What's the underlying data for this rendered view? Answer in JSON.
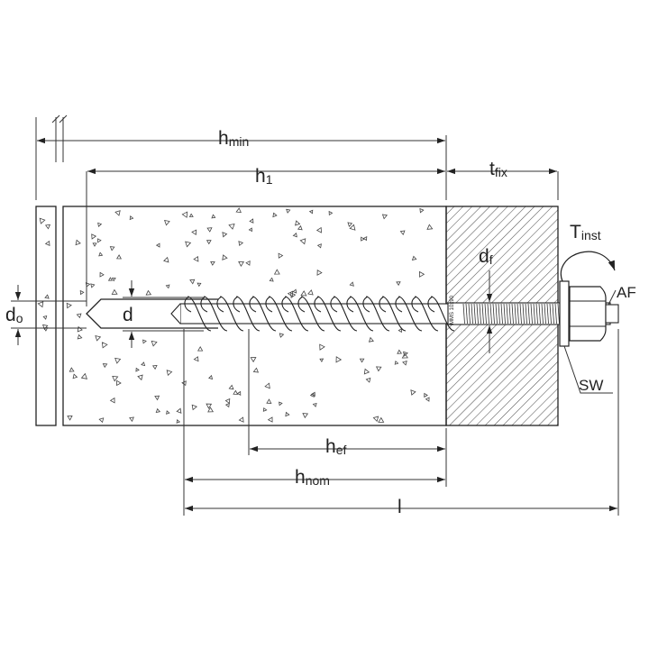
{
  "labels": {
    "h_min": {
      "main": "h",
      "sub": "min"
    },
    "h_1": {
      "main": "h",
      "sub": "1"
    },
    "t_fix": {
      "main": "t",
      "sub": "fix"
    },
    "T_inst": {
      "main": "T",
      "sub": "inst"
    },
    "d_f": {
      "main": "d",
      "sub": "f"
    },
    "AF": "AF",
    "d_o": {
      "main": "d",
      "sub": "o"
    },
    "d": "d",
    "SW": "SW",
    "h_ef": {
      "main": "h",
      "sub": "ef"
    },
    "h_nom": {
      "main": "h",
      "sub": "nom"
    },
    "l": "l"
  },
  "bolt_marking": "MMS 10x90",
  "colors": {
    "concrete": "#e8e8e8",
    "line": "#222222",
    "fixture_hatch": "#555555",
    "background": "#ffffff"
  }
}
